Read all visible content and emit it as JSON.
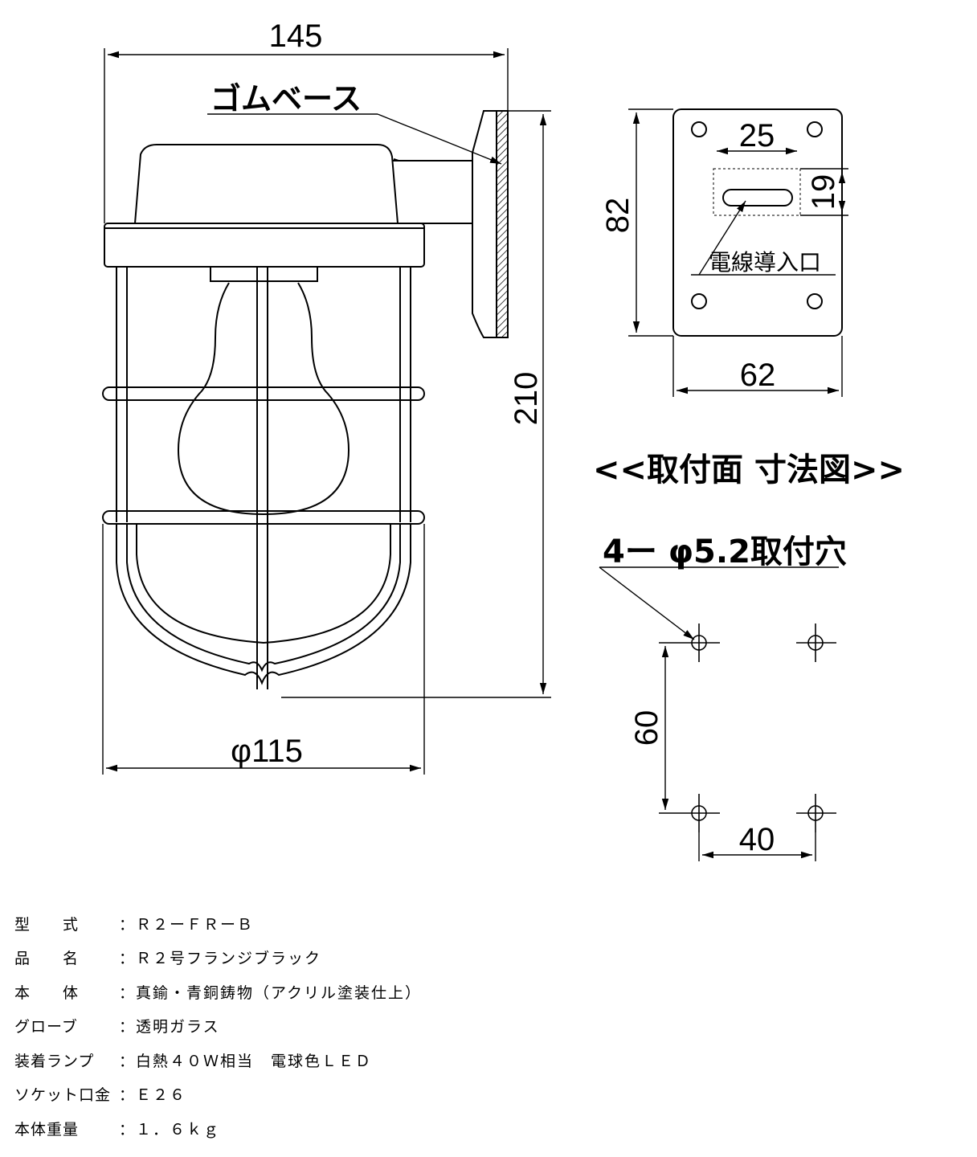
{
  "lamp": {
    "dim_width": "145",
    "dim_height": "210",
    "dim_diameter": "φ115",
    "label_rubber_base": "ゴムベース"
  },
  "plate": {
    "dim_height": "82",
    "dim_width": "62",
    "dim_slot_width": "25",
    "dim_slot_height": "19",
    "label_wire_entry": "電線導入口",
    "heading": "<<取付面  寸法図>>"
  },
  "holes": {
    "label": "4ー φ5.2取付穴",
    "dim_vertical": "60",
    "dim_horizontal": "40"
  },
  "specs": [
    {
      "key": "型　　式",
      "value": "：Ｒ２ーＦＲーＢ"
    },
    {
      "key": "品　　名",
      "value": "：Ｒ２号フランジブラック"
    },
    {
      "key": "本　　体",
      "value": "：真鍮・青銅鋳物（アクリル塗装仕上）"
    },
    {
      "key": "グローブ",
      "value": "：透明ガラス"
    },
    {
      "key": "装着ランプ",
      "value": "：白熱４０Ｗ相当　電球色ＬＥＤ"
    },
    {
      "key": "ソケット口金",
      "value": "：Ｅ２６"
    },
    {
      "key": "本体重量",
      "value": "：１．６ｋｇ"
    }
  ]
}
